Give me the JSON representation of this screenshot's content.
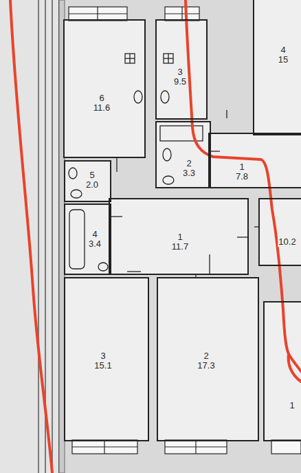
{
  "diagram": {
    "nodes": [
      {
        "text": [
          "6",
          "11.6"
        ]
      },
      {
        "text": [
          "3",
          "9.5"
        ]
      },
      {
        "text": [
          "4",
          "15"
        ]
      },
      {
        "text": [
          "2",
          "3.3"
        ]
      },
      {
        "text": [
          "1",
          "7.8"
        ]
      },
      {
        "text": [
          "5",
          "2.0"
        ]
      },
      {
        "text": [
          "4",
          "3.4"
        ]
      },
      {
        "text": [
          "1",
          "11.7"
        ]
      },
      {
        "text": [
          "10.2"
        ]
      },
      {
        "text": [
          "3",
          "15.1"
        ]
      },
      {
        "text": [
          "2",
          "17.3"
        ]
      },
      {
        "text": [
          "1"
        ]
      }
    ]
  }
}
